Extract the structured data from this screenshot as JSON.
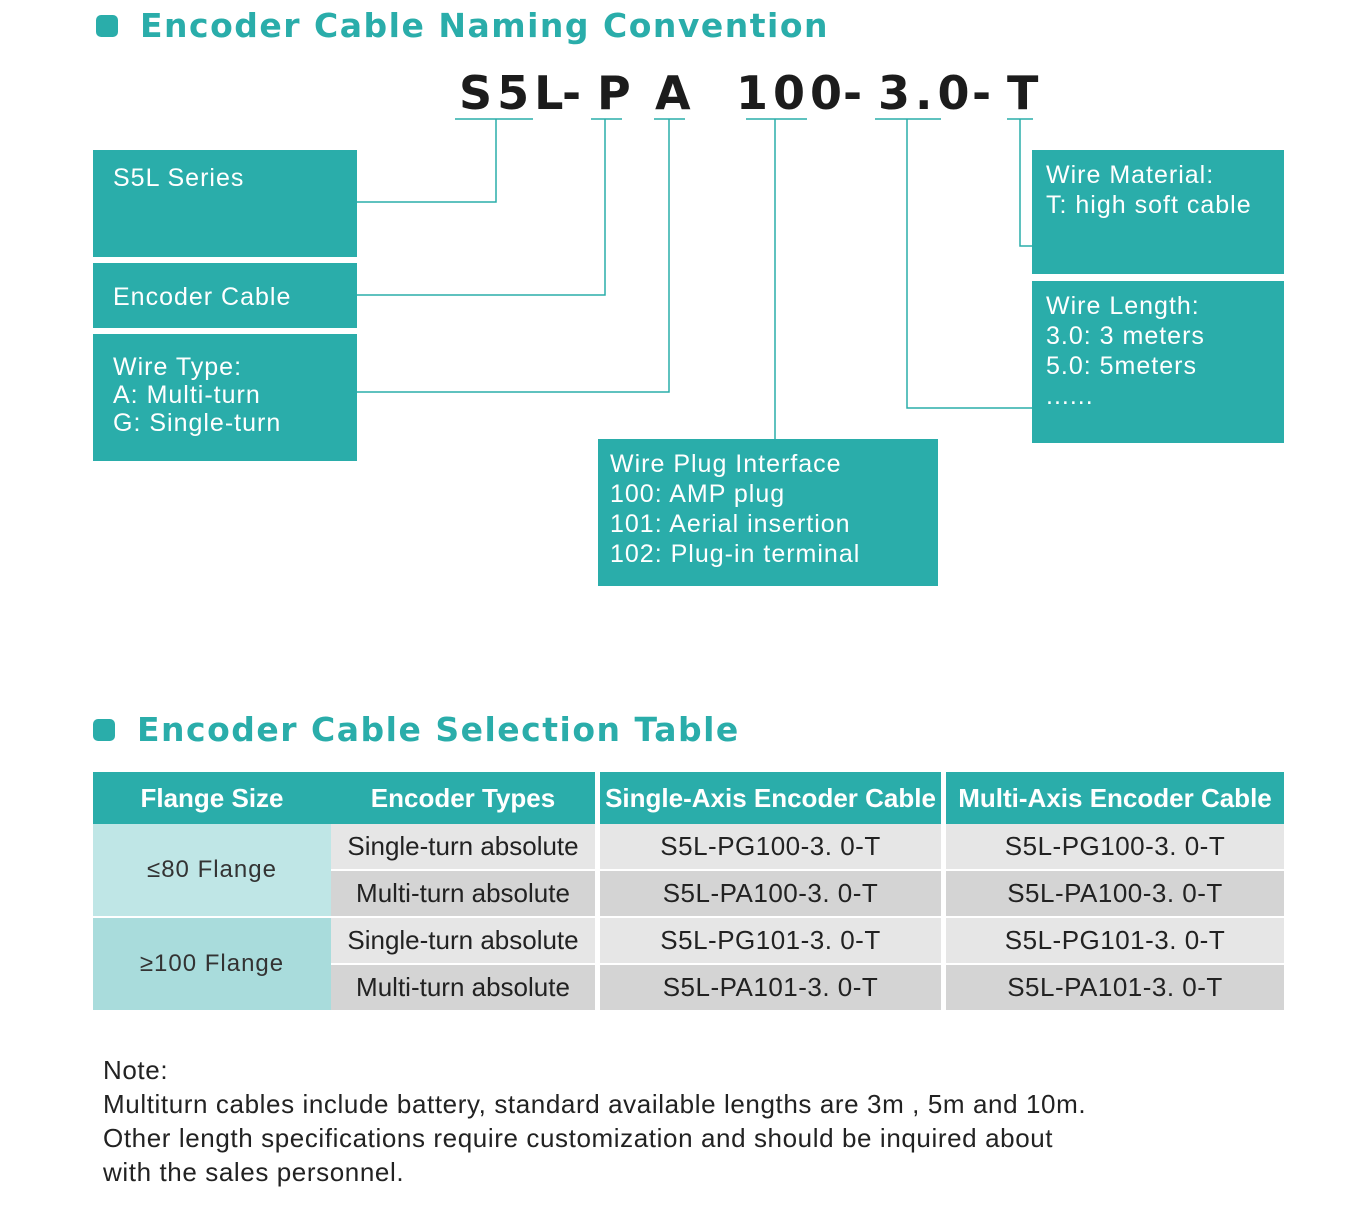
{
  "naming": {
    "heading": "Encoder Cable Naming Convention",
    "code": {
      "seg1": "S5L",
      "dash1": "-",
      "seg2": "P",
      "seg3": "A",
      "seg4": "100",
      "dash2": "-",
      "seg5": "3.0",
      "dash3": "-",
      "seg6": "T"
    },
    "boxes": {
      "series": [
        "S5L Series"
      ],
      "cable": [
        "Encoder Cable"
      ],
      "wire_type": [
        "Wire Type:",
        "A: Multi-turn",
        "G: Single-turn"
      ],
      "plug": [
        "Wire Plug Interface",
        "100: AMP plug",
        "101: Aerial insertion",
        "102: Plug-in terminal"
      ],
      "material": [
        "Wire Material:",
        "T: high soft cable"
      ],
      "length": [
        "Wire Length:",
        "3.0: 3 meters",
        "5.0: 5meters",
        "......"
      ]
    },
    "colors": {
      "accent": "#2aadaa"
    }
  },
  "selection": {
    "heading": "Encoder Cable Selection Table",
    "headers": [
      "Flange Size",
      "Encoder Types",
      "Single-Axis Encoder Cable",
      "Multi-Axis Encoder Cable"
    ],
    "groups": [
      {
        "flange": "≤80 Flange",
        "rows": [
          {
            "type": "Single-turn absolute",
            "single": "S5L-PG100-3. 0-T",
            "multi": "S5L-PG100-3. 0-T"
          },
          {
            "type": "Multi-turn absolute",
            "single": "S5L-PA100-3. 0-T",
            "multi": "S5L-PA100-3. 0-T"
          }
        ]
      },
      {
        "flange": "≥100 Flange",
        "rows": [
          {
            "type": "Single-turn absolute",
            "single": "S5L-PG101-3. 0-T",
            "multi": "S5L-PG101-3. 0-T"
          },
          {
            "type": "Multi-turn absolute",
            "single": "S5L-PA101-3. 0-T",
            "multi": "S5L-PA101-3. 0-T"
          }
        ]
      }
    ]
  },
  "note": {
    "lines": [
      "Note:",
      "Multiturn cables include battery, standard available lengths are 3m , 5m and 10m.",
      "Other length specifications require customization and should be inquired about",
      "with the sales personnel."
    ]
  }
}
